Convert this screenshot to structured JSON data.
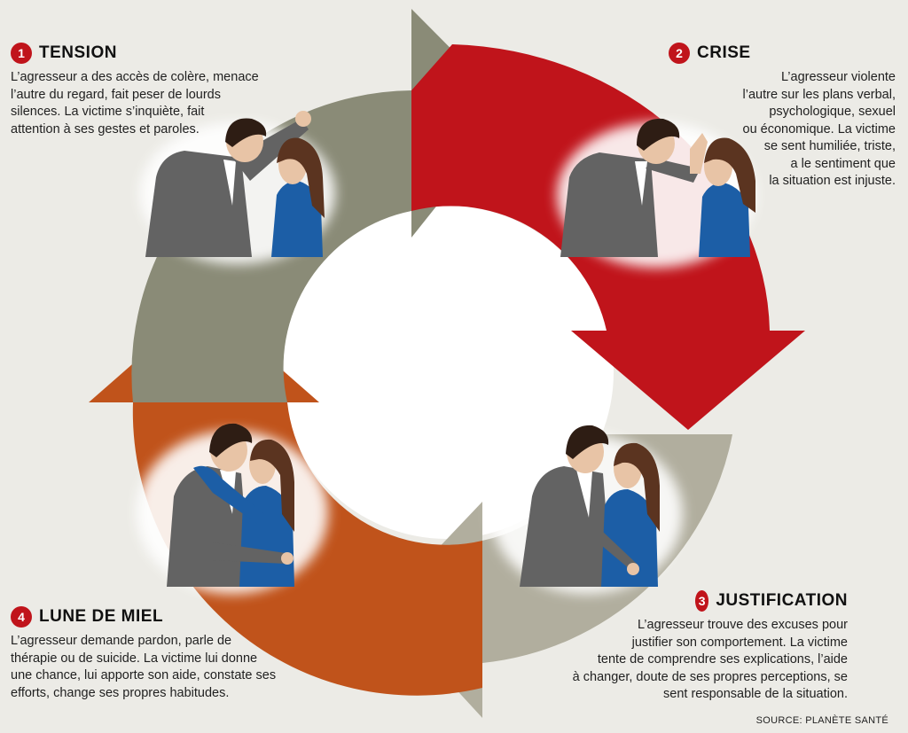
{
  "phases": [
    {
      "number": "1",
      "title": "TENSION",
      "description": "L’agresseur a des accès de colère, menace\nl’autre du regard, fait peser de lourds\nsilences. La victime s’inquiète, fait\nattention à ses gestes et paroles.",
      "color": "#8a8b77",
      "illustration": "couple-man-raising-fist"
    },
    {
      "number": "2",
      "title": "CRISE",
      "description": "L’agresseur violente\nl’autre sur les plans verbal,\npsychologique, sexuel\nou économique. La victime\nse sent humiliée, triste,\na le sentiment que\nla situation est injuste.",
      "color": "#c0141b",
      "illustration": "couple-man-striking"
    },
    {
      "number": "3",
      "title": "JUSTIFICATION",
      "description": "L’agresseur trouve des excuses pour\njustifier son comportement. La victime\ntente de comprendre ses explications, l’aide\nà changer, doute de ses propres perceptions, se\nsent responsable de la situation.",
      "color": "#b1ae9e",
      "illustration": "couple-face-to-face"
    },
    {
      "number": "4",
      "title": "LUNE DE MIEL",
      "description": "L’agresseur demande pardon, parle de\nthérapie ou de suicide. La victime lui donne\nune chance, lui apporte son aide, constate ses\nefforts, change ses propres habitudes.",
      "color": "#c0531b",
      "illustration": "couple-embracing"
    }
  ],
  "source": "SOURCE: PLANÈTE SANTÉ",
  "colors": {
    "background": "#ecebe6",
    "badge": "#c0141b",
    "suit": "#636363",
    "dress": "#1c5ea6",
    "hair_man": "#2e1d14",
    "hair_woman": "#5b3420",
    "skin": "#e8c4a6"
  }
}
